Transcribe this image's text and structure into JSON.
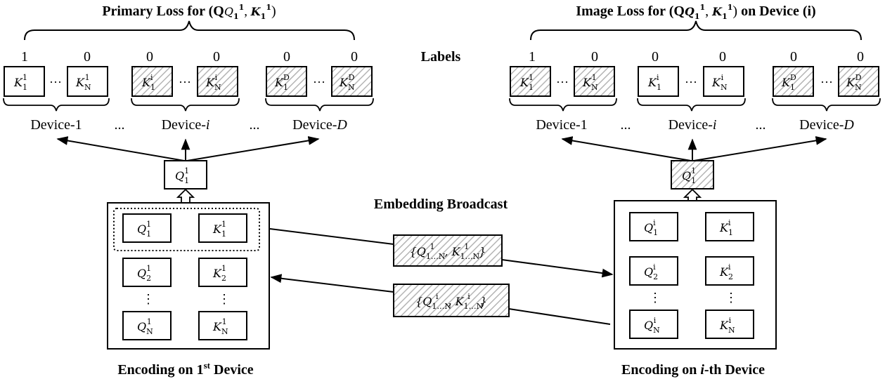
{
  "titles": {
    "primary_loss": "Primary Loss for (Q",
    "image_loss": "Image Loss for (Q",
    "labels": "Labels",
    "embedding_broadcast": "Embedding Broadcast",
    "encoding_first": "Encoding on 1",
    "encoding_first_sup": "st",
    "encoding_first_tail": " Device",
    "encoding_ith_pre": "Encoding on ",
    "encoding_ith_var": "i",
    "encoding_ith_tail": "-th Device"
  },
  "math": {
    "primary_pair": "(Q₁¹, K₁¹)",
    "image_pair": "(Q₁¹, K₁¹) on Device (i)"
  },
  "devices": {
    "d1": "Device-1",
    "di_prefix": "Device-",
    "di_var": "i",
    "dd_var": "D",
    "ellipsis": "..."
  },
  "label_values": [
    "1",
    "0",
    "0",
    "0",
    "0",
    "0"
  ],
  "broadcast": {
    "send": "{Q¹₁…N, K¹₁…N}",
    "recv": "{Qⁱ₁…N, Kⁱ₁…N}"
  },
  "colors": {
    "hatch": "#bfbfbf",
    "stroke": "#000000"
  }
}
